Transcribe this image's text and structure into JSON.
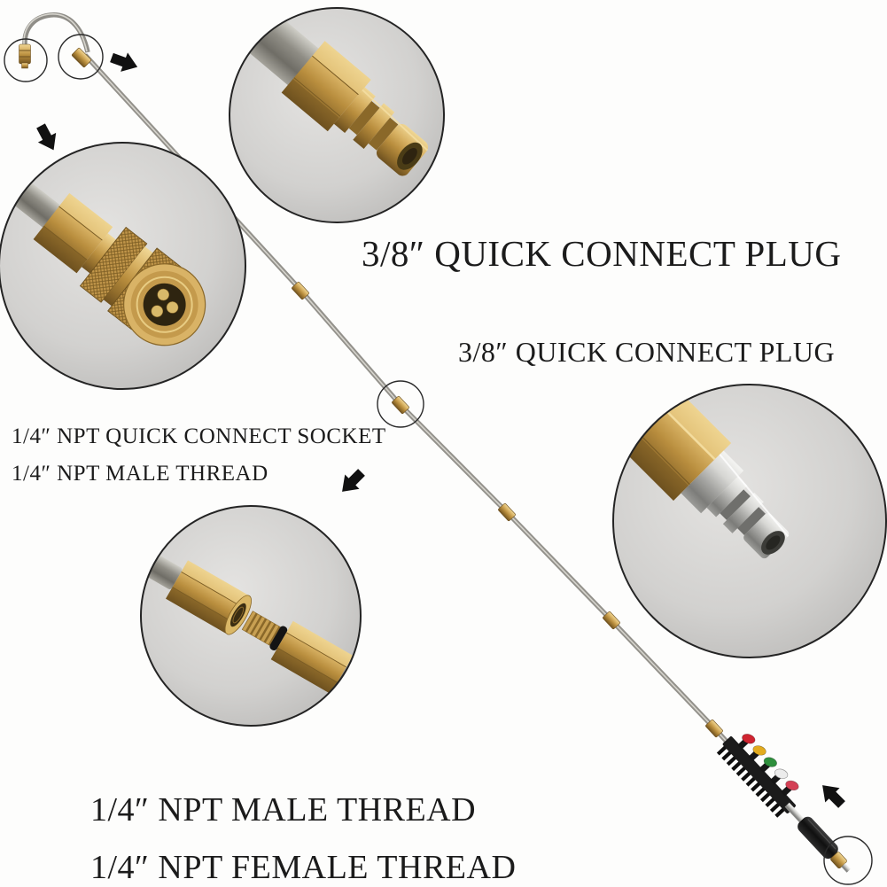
{
  "labels": {
    "big_title": "3/8″ QUICK CONNECT PLUG",
    "mid_title": "3/8″ QUICK CONNECT PLUG",
    "socket_label": "1/4″ NPT QUICK CONNECT SOCKET",
    "male_thread_left": "1/4″ NPT MALE THREAD",
    "male_thread_bottom": "1/4″ NPT MALE THREAD",
    "female_thread_bottom": "1/4″ NPT FEMALE THREAD"
  },
  "colors": {
    "text": "#1b1b1b",
    "background": "#fdfdfc",
    "inset_background": "#d2d1cf",
    "outline": "#242424",
    "brass": "#c79d4f",
    "brass_light": "#ecd18d",
    "brass_dark": "#8a6829",
    "steel": "#93918b",
    "chrome": "#b5b5b2",
    "grip_black": "#171717",
    "nozzle_tips": [
      "#cf2430",
      "#e2ab1e",
      "#2e8f3c",
      "#ececec",
      "#d44055"
    ]
  }
}
